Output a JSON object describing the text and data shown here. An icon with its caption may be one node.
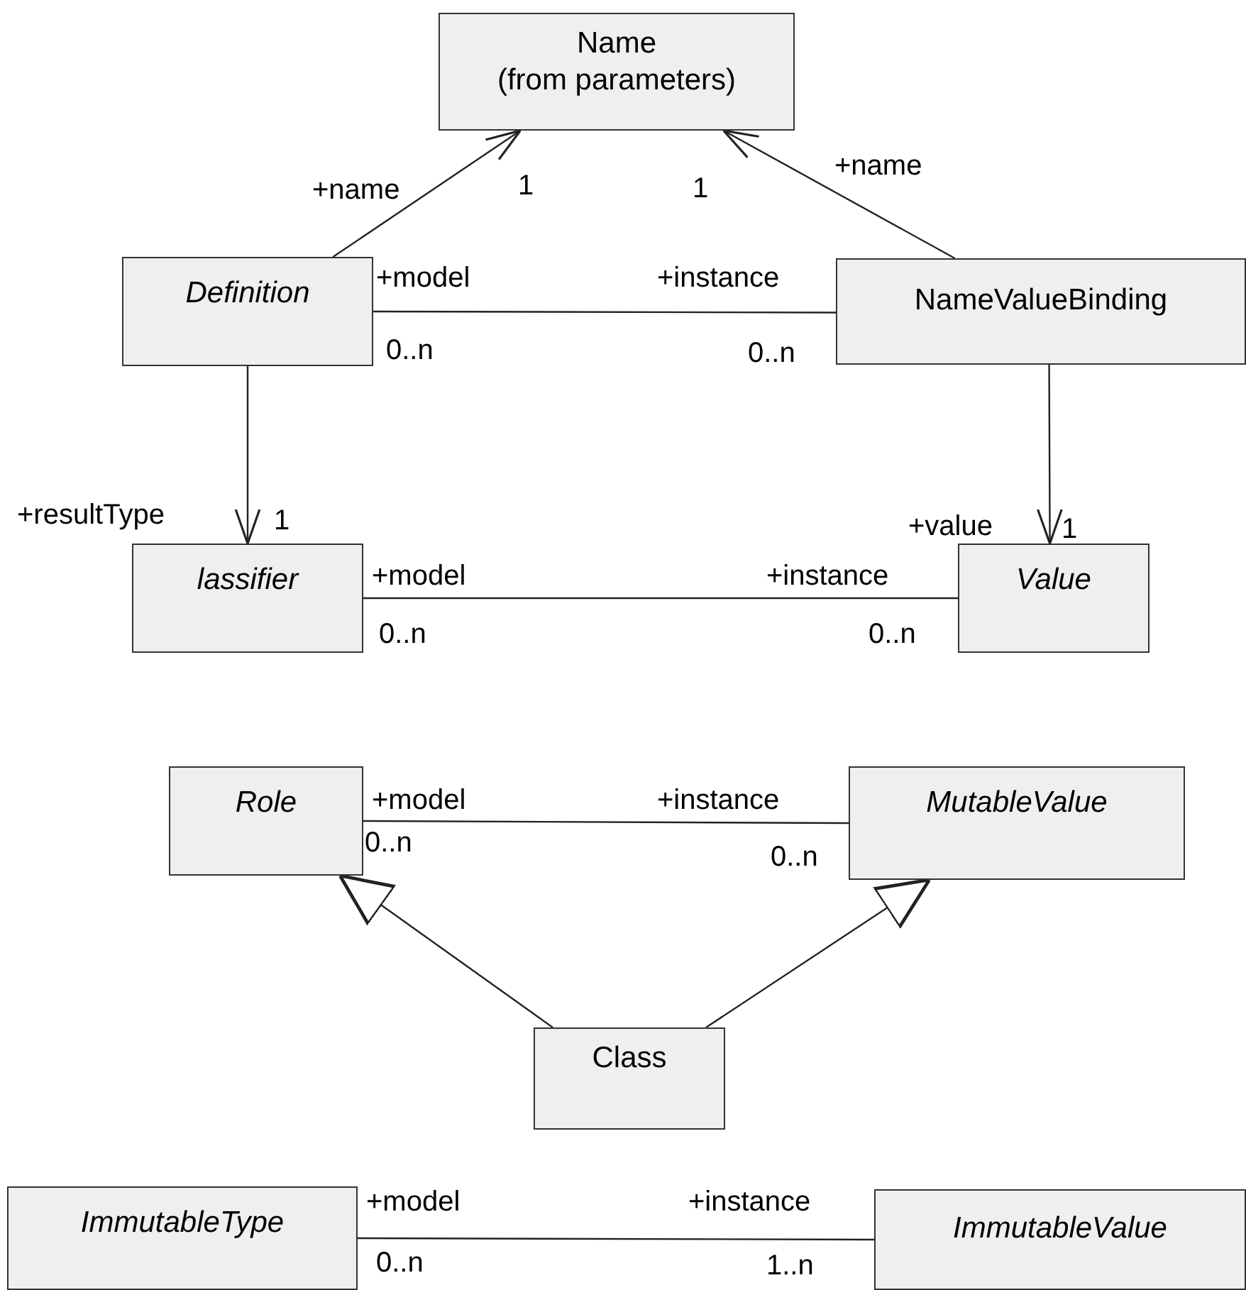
{
  "diagram": {
    "nodes": [
      {
        "text": [
          "Name",
          "(from parameters)"
        ]
      },
      {
        "text": [
          "Definition"
        ]
      },
      {
        "text": [
          "NameValueBinding"
        ]
      },
      {
        "text": [
          "lassifier"
        ]
      },
      {
        "text": [
          "Value"
        ]
      },
      {
        "text": [
          "Role"
        ]
      },
      {
        "text": [
          "MutableValue"
        ]
      },
      {
        "text": [
          "Class"
        ]
      },
      {
        "text": [
          "ImmutableType"
        ]
      },
      {
        "text": [
          "ImmutableValue"
        ]
      }
    ],
    "edges": [
      {
        "from": 1,
        "to": 0,
        "arrow": "to"
      },
      {
        "from": 2,
        "to": 0,
        "arrow": "to"
      },
      {
        "from": 1,
        "to": 2,
        "arrow": "none"
      },
      {
        "from": 1,
        "to": 3,
        "arrow": "to"
      },
      {
        "from": 2,
        "to": 4,
        "arrow": "to"
      },
      {
        "from": 3,
        "to": 4,
        "arrow": "none"
      },
      {
        "from": 5,
        "to": 6,
        "arrow": "none"
      },
      {
        "from": 7,
        "to": 5,
        "arrow": "to"
      },
      {
        "from": 7,
        "to": 6,
        "arrow": "to"
      },
      {
        "from": 8,
        "to": 9,
        "arrow": "none"
      }
    ],
    "labels": [
      "+name",
      "1",
      "1",
      "+name",
      "+model",
      "0..n",
      "+instance",
      "0..n",
      "+resultType",
      "1",
      "+value",
      "1",
      "+model",
      "0..n",
      "+instance",
      "0..n",
      "+model",
      "0..n",
      "+instance",
      "0..n",
      "+model",
      "0..n",
      "+instance",
      "1..n"
    ]
  }
}
